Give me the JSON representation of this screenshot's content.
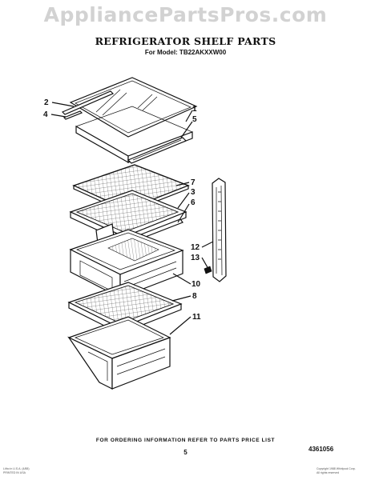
{
  "watermark": "AppliancePartsPros.com",
  "title": "REFRIGERATOR SHELF PARTS",
  "subtitle": "For Model: TB22AKXXW00",
  "callouts": {
    "c1": "1",
    "c2": "2",
    "c3": "3",
    "c4": "4",
    "c5": "5",
    "c6": "6",
    "c7": "7",
    "c8": "8",
    "c10": "10",
    "c11": "11",
    "c12": "12",
    "c13": "13"
  },
  "footer": {
    "ordering_note": "FOR ORDERING INFORMATION REFER TO PARTS PRICE LIST",
    "page_number": "5",
    "document_number": "4361056"
  },
  "fine_print": {
    "left_line1": "Litho in U.S.A. (4/88)",
    "left_line2": "PRINTED IN USA",
    "right_line1": "Copyright 1988 Whirlpool Corp.",
    "right_line2": "All rights reserved"
  }
}
